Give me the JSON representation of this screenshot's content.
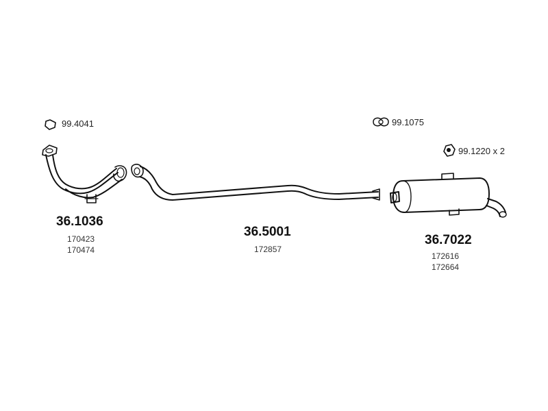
{
  "diagram": {
    "accessories": [
      {
        "id": "acc-1",
        "code": "99.4041",
        "icon": "ring-gasket-icon"
      },
      {
        "id": "acc-2",
        "code": "99.1075",
        "icon": "clamp-icon"
      },
      {
        "id": "acc-3",
        "code": "99.1220 x 2",
        "icon": "rubber-mount-icon"
      }
    ],
    "parts": [
      {
        "id": "front-pipe",
        "part_number": "36.1036",
        "oem_refs": [
          "170423",
          "170474"
        ]
      },
      {
        "id": "middle-pipe",
        "part_number": "36.5001",
        "oem_refs": [
          "172857"
        ]
      },
      {
        "id": "rear-silencer",
        "part_number": "36.7022",
        "oem_refs": [
          "172616",
          "172664"
        ]
      }
    ]
  }
}
